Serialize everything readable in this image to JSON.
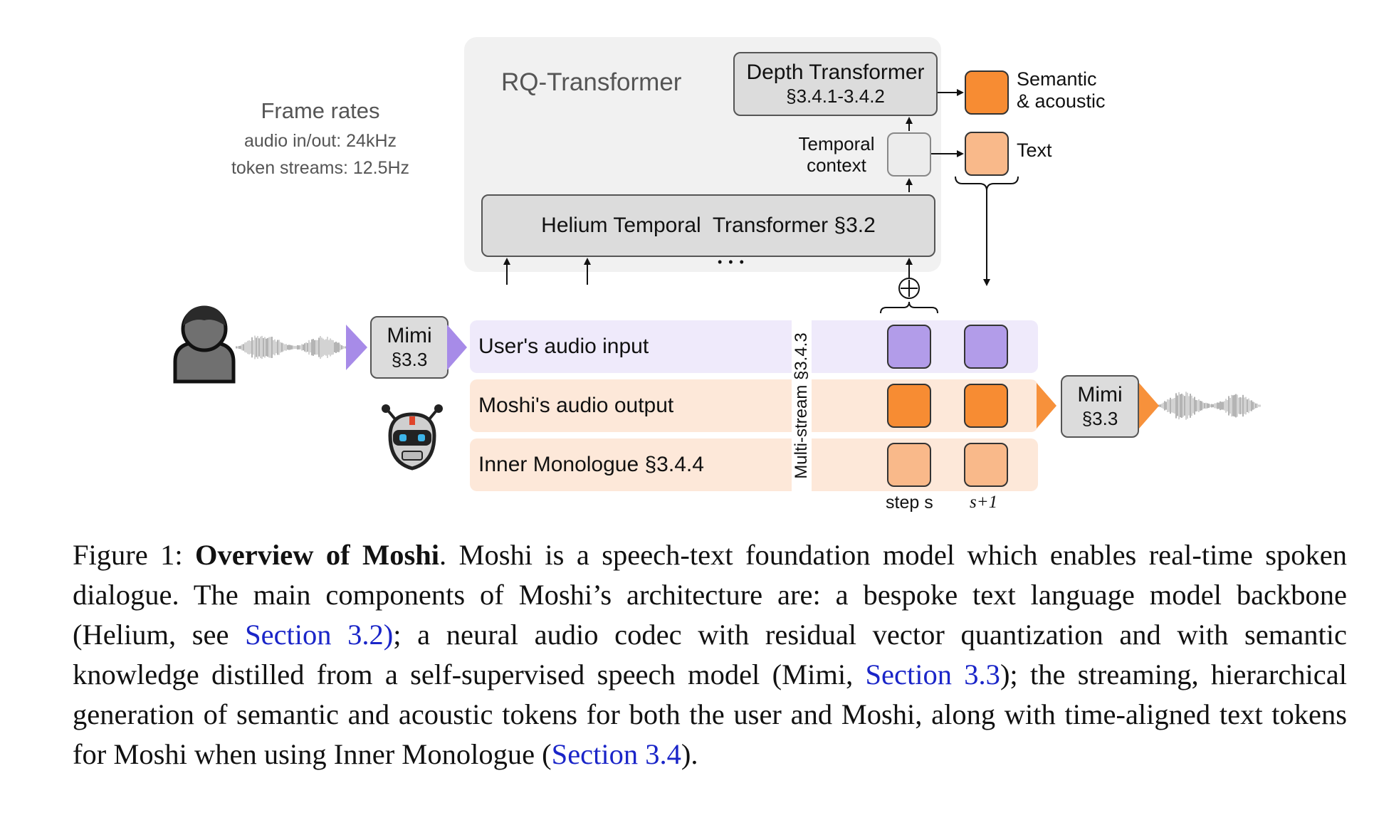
{
  "figure": {
    "rq_title": "RQ-Transformer",
    "frame_rates": {
      "title": "Frame rates",
      "audio": "audio in/out: 24kHz",
      "tokens": "token streams: 12.5Hz"
    },
    "depth_transformer": {
      "name": "Depth Transformer",
      "ref": "§3.4.1-3.4.2"
    },
    "temporal_context": {
      "line1": "Temporal",
      "line2": "context"
    },
    "helium": "Helium Temporal  Transformer §3.2",
    "ellipsis": "• • •",
    "legend": {
      "semantic_line1": "Semantic",
      "semantic_line2": "& acoustic",
      "text": "Text"
    },
    "mimi_left": {
      "name": "Mimi",
      "ref": "§3.3"
    },
    "mimi_right": {
      "name": "Mimi",
      "ref": "§3.3"
    },
    "streams": {
      "user": "User's audio input",
      "moshi": "Moshi's audio output",
      "inner": "Inner Monologue §3.4.4"
    },
    "vertical_label": "Multi-stream §3.4.3",
    "steps": {
      "step": "step s",
      "next": "s+1"
    },
    "colors": {
      "purple": "#b29ce9",
      "orange": "#f78c33",
      "peach": "#f9b98a",
      "user_row": "#efeafb",
      "moshi_row": "#fde8d9",
      "panel": "#f1f1f1",
      "link": "#1a25c8"
    }
  },
  "caption": {
    "prefix": "Figure 1: ",
    "bold": "Overview of Moshi",
    "p1": ".  Moshi is a speech-text foundation model which enables real-time spoken dialogue.  The main components of Moshi’s architecture are:  a bespoke text language model backbone (Helium, see ",
    "link1": "Section 3.2)",
    "p2": "; a neural audio codec with residual vector quantization and with semantic knowledge distilled from a self-supervised speech model (Mimi, ",
    "link2": "Section 3.3",
    "p3": "); the streaming, hierarchical generation of semantic and acoustic tokens for both the user and Moshi, along with time-aligned text tokens for Moshi when using Inner Monologue (",
    "link3": "Section 3.4",
    "p4": ")."
  }
}
